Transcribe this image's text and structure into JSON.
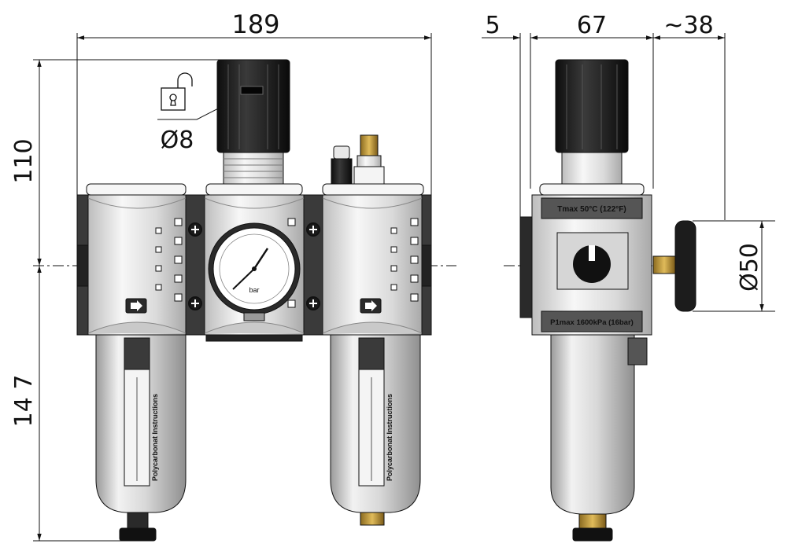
{
  "dimensions": {
    "width_189": "189",
    "width_5": "5",
    "width_67": "67",
    "width_38": "~38",
    "height_110": "110",
    "height_147": "14 7",
    "diameter_8": "Ø8",
    "diameter_50": "Ø50"
  },
  "labels": {
    "tmax": "Tmax 50°C (122°F)",
    "p1max": "P1max 1600kPa (16bar)",
    "bowl_text_left": "Polycarbonat Instructions",
    "bowl_text_right": "Polycarbonat Instructions",
    "gauge_unit": "bar"
  },
  "colors": {
    "line": "#111111",
    "body_dark": "#3a3a3a",
    "body_light": "#e8e8e8",
    "knob": "#1c1c1c",
    "brass": "#c8a040"
  },
  "icons": {
    "lock": "padlock-open-icon",
    "arrow": "flow-arrow-icon",
    "screw": "cross-screw-icon"
  }
}
